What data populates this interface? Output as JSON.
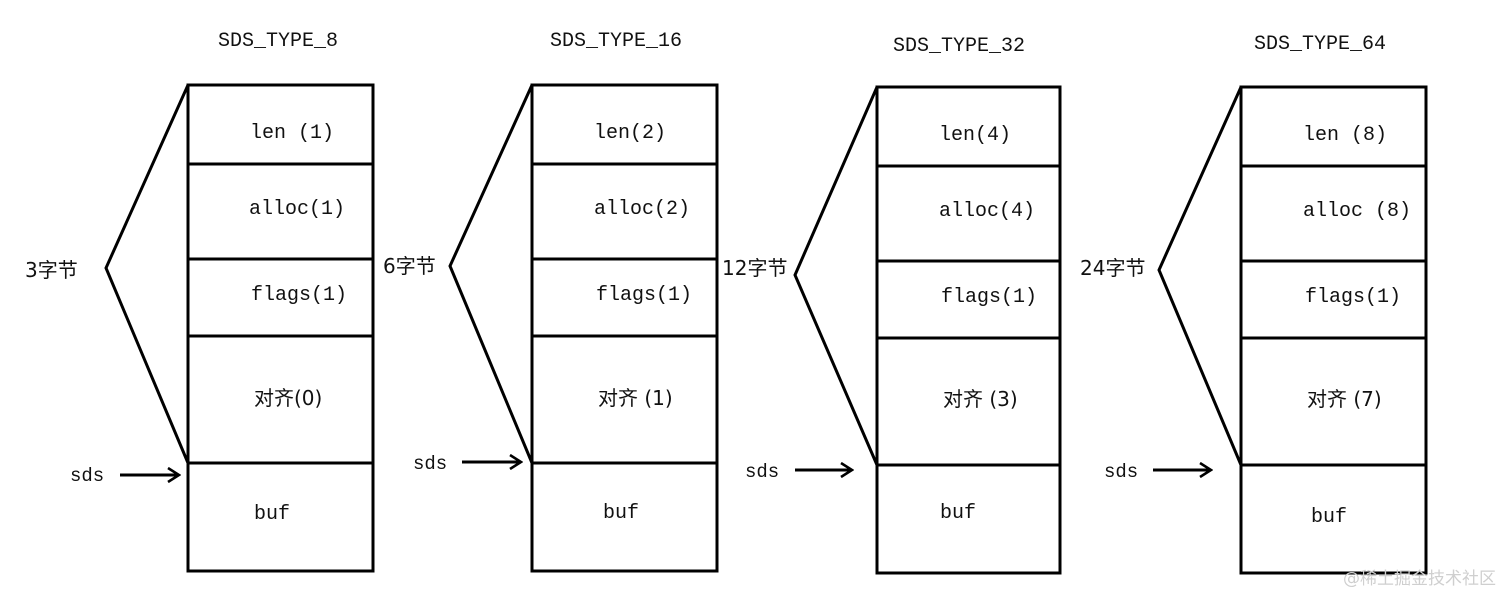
{
  "diagrams": [
    {
      "title": "SDS_TYPE_8",
      "header_size": "3字节",
      "pointer_label": "sds",
      "fields": [
        "len (1)",
        "alloc(1)",
        "flags(1)",
        "对齐(0)",
        "buf"
      ]
    },
    {
      "title": "SDS_TYPE_16",
      "header_size": "6字节",
      "pointer_label": "sds",
      "fields": [
        "len(2)",
        "alloc(2)",
        "flags(1)",
        "对齐 (1)",
        "buf"
      ]
    },
    {
      "title": "SDS_TYPE_32",
      "header_size": "12字节",
      "pointer_label": "sds",
      "fields": [
        "len(4)",
        "alloc(4)",
        "flags(1)",
        "对齐 (3)",
        "buf"
      ]
    },
    {
      "title": "SDS_TYPE_64",
      "header_size": "24字节",
      "pointer_label": "sds",
      "fields": [
        "len (8)",
        "alloc (8)",
        "flags(1)",
        "对齐 (7)",
        "buf"
      ]
    }
  ],
  "watermark": "@稀土掘金技术社区",
  "colors": {
    "stroke": "#000000",
    "text": "#111111",
    "background": "#ffffff",
    "watermark": "#cfcfcf"
  }
}
